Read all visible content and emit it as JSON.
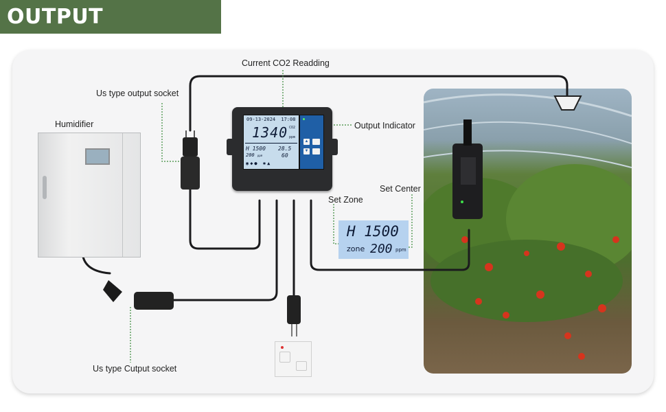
{
  "banner": {
    "title": "OUTPUT CONTROL"
  },
  "labels": {
    "current_co2": "Current CO2 Readding",
    "us_output_socket": "Us type output socket",
    "humidifier": "Humidifier",
    "output_indicator": "Output Indicator",
    "set_center": "Set Center",
    "set_zone": "Set Zone",
    "us_cutput_socket": "Us type Cutput socket"
  },
  "controller": {
    "date": "09-13-2024",
    "time": "17:08",
    "co2_value": "1340",
    "co2_unit_top": "CO2",
    "co2_unit_bottom": "ppm",
    "high_value": "H 1500",
    "zone_value": "200",
    "zone_unit": "ppm",
    "temp_value": "28.5",
    "humidity_value": "60"
  },
  "zoom_display": {
    "high_value": "H 1500",
    "zone_label": "zone",
    "zone_value": "200",
    "zone_unit": "ppm"
  },
  "colors": {
    "banner": "#547347",
    "card": "#f5f5f6",
    "lcd": "#c7dcec",
    "panel": "#1f5fa6",
    "leader_line": "#3a8a3a"
  }
}
